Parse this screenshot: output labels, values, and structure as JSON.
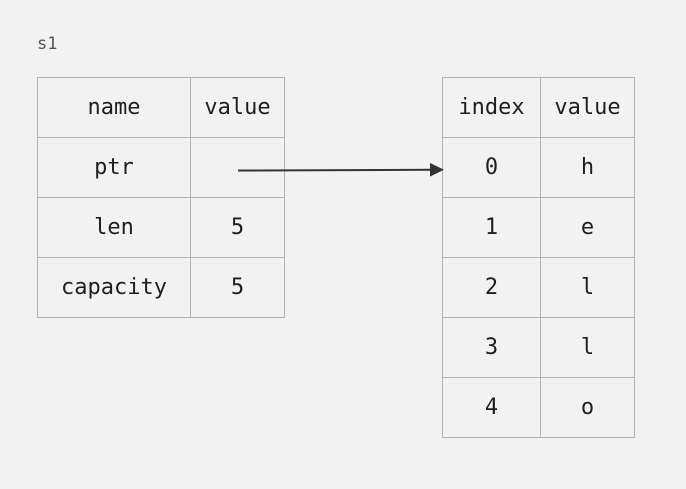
{
  "variable_name": "s1",
  "stack_table": {
    "headers": [
      "name",
      "value"
    ],
    "rows": [
      {
        "name": "ptr",
        "value": ""
      },
      {
        "name": "len",
        "value": "5"
      },
      {
        "name": "capacity",
        "value": "5"
      }
    ]
  },
  "heap_table": {
    "headers": [
      "index",
      "value"
    ],
    "rows": [
      {
        "index": "0",
        "value": "h"
      },
      {
        "index": "1",
        "value": "e"
      },
      {
        "index": "2",
        "value": "l"
      },
      {
        "index": "3",
        "value": "l"
      },
      {
        "index": "4",
        "value": "o"
      }
    ]
  },
  "colors": {
    "background": "#f2f2f2",
    "border": "#b3b3b3",
    "text": "#1f1f1f",
    "arrow": "#333333"
  }
}
